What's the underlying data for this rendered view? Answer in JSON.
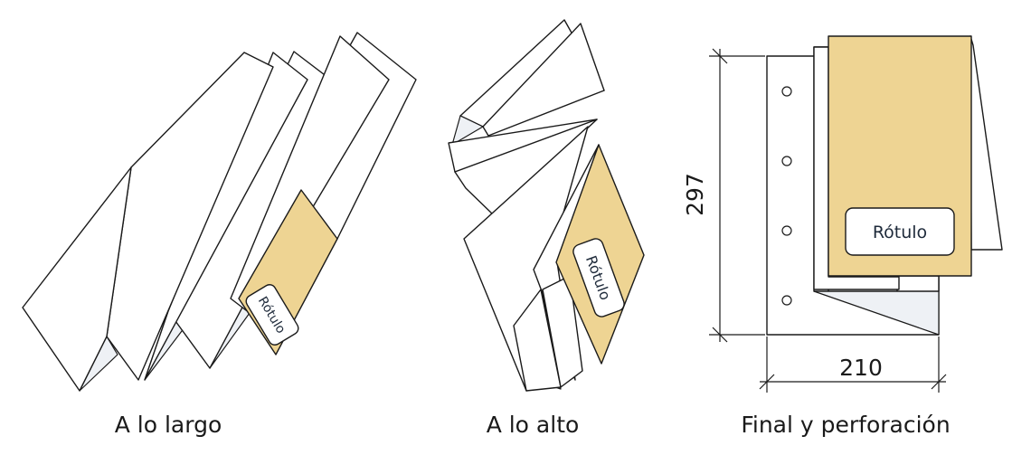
{
  "diagrams": [
    {
      "caption": "A lo largo",
      "label": "Rótulo"
    },
    {
      "caption": "A lo alto",
      "label": "Rótulo"
    },
    {
      "caption": "Final y perforación",
      "label": "Rótulo",
      "width_value": "210",
      "height_value": "297"
    }
  ],
  "colors": {
    "cover": "#eed493",
    "paper": "#ffffff",
    "inner": "#eef1f5",
    "line": "#1a1a1a"
  }
}
